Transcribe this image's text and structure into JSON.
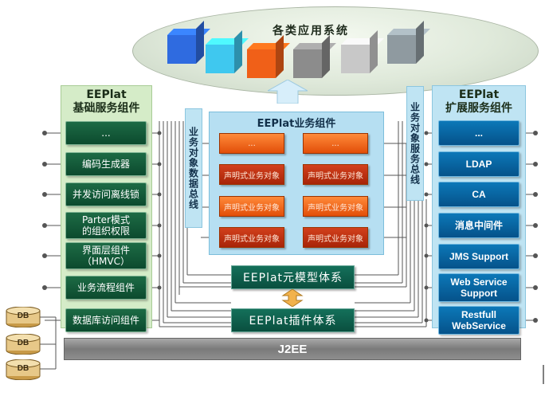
{
  "top": {
    "title": "各类应用系统"
  },
  "cube_colors": [
    "#2f6be0",
    "#3fc8ef",
    "#f06018",
    "#8c8c8c",
    "#c8c8c8",
    "#8f9aa0"
  ],
  "left_column": {
    "title_line1": "EEPlat",
    "title_line2": "基础服务组件",
    "items": [
      "...",
      "编码生成器",
      "并发访问离线锁",
      "Parter模式\n的组织权限",
      "界面层组件\n（HMVC）",
      "业务流程组件",
      "数据库访问组件"
    ]
  },
  "right_column": {
    "title_line1": "EEPlat",
    "title_line2": "扩展服务组件",
    "items": [
      "...",
      "LDAP",
      "CA",
      "消息中间件",
      "JMS Support",
      "Web Service\nSupport",
      "Restfull\nWebService"
    ]
  },
  "center": {
    "title": "EEPlat业务组件",
    "left_strip": "业务对象数据总线",
    "right_strip": "业务对象服务总线",
    "boxes_left": [
      "...",
      "声明式业务对象",
      "声明式业务对象",
      "声明式业务对象"
    ],
    "boxes_right": [
      "...",
      "声明式业务对象",
      "声明式业务对象",
      "声明式业务对象"
    ]
  },
  "meta_model": "EEPlat元模型体系",
  "plugin": "EEPlat插件体系",
  "j2ee": "J2EE",
  "db_label": "DB"
}
